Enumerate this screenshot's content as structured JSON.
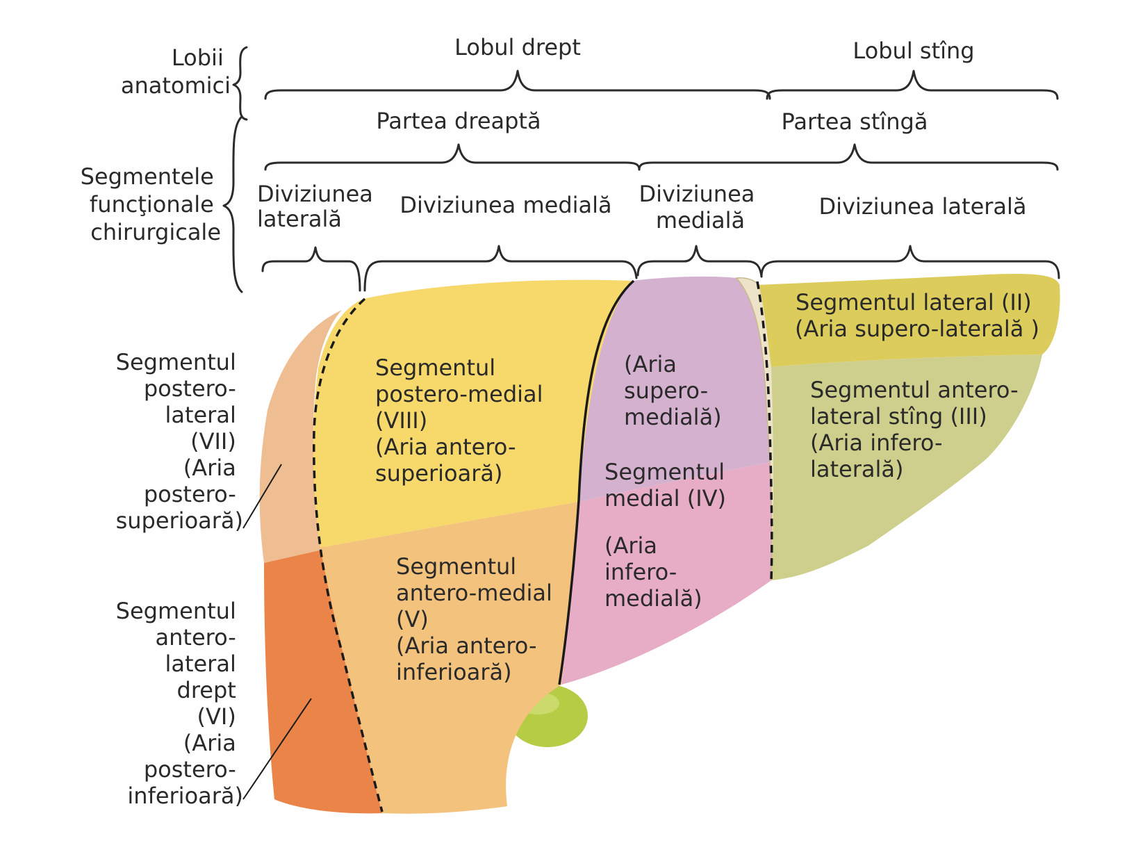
{
  "header": {
    "lobii_label": [
      "Lobii",
      "anatomici"
    ],
    "lobul_drept": "Lobul drept",
    "lobul_sting": "Lobul stîng",
    "segmente_label": [
      "Segmentele",
      "funcţionale",
      "chirurgicale"
    ],
    "partea_dreapta": "Partea dreaptă",
    "partea_stinga": "Partea stîngă",
    "div_lat_dr": [
      "Diviziunea",
      "laterală"
    ],
    "div_med_dr": "Diviziunea medială",
    "div_med_st": [
      "Diviziunea",
      "medială"
    ],
    "div_lat_st": "Diviziunea laterală"
  },
  "segments": {
    "seg_vii": [
      "Segmentul",
      "postero-",
      "lateral",
      "(VII)",
      "(Aria",
      "postero-",
      "superioară)"
    ],
    "seg_vi": [
      "Segmentul",
      "antero-",
      "lateral",
      "drept",
      "(VI)",
      "(Aria",
      "postero-",
      "inferioară)"
    ],
    "seg_viii": [
      "Segmentul",
      "postero-medial",
      "(VIII)",
      "(Aria antero-",
      "superioară)"
    ],
    "seg_v": [
      "Segmentul",
      "antero-medial",
      "(V)",
      "(Aria antero-",
      "inferioară)"
    ],
    "aria_supero_mediala": [
      "(Aria",
      "supero-",
      "medială)"
    ],
    "seg_iv": [
      "Segmentul",
      "medial (IV)"
    ],
    "aria_infero_mediala": [
      "(Aria",
      "infero-",
      "medială)"
    ],
    "seg_ii": [
      "Segmentul lateral (II)",
      "(Aria supero-laterală )"
    ],
    "seg_iii": [
      "Segmentul antero-",
      "lateral stîng (III)",
      "(Aria infero-",
      "laterală)"
    ]
  },
  "colors": {
    "seg_vii": "#efbd92",
    "seg_vi": "#ea8448",
    "seg_viii": "#f7d86a",
    "seg_v": "#f3c27c",
    "seg_iv_upper": "#d4b1cf",
    "seg_iv_lower": "#e7adc6",
    "seg_ii": "#dccc5c",
    "seg_iii": "#cfcf8d",
    "gallbladder": "#b6cc45"
  }
}
